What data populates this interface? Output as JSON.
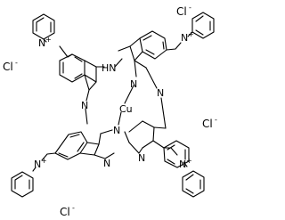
{
  "molecule": {
    "labels": {
      "counter_ion": "Cl",
      "counter_charge": "-",
      "pyridinium_n": "N",
      "pyridinium_charge": "+",
      "pyrrole_nh": "HN",
      "pyrrole_n": "N",
      "aza_n": "N",
      "metal": "Cu"
    },
    "counter_ion_count": 4,
    "pyridinium_count": 4
  }
}
